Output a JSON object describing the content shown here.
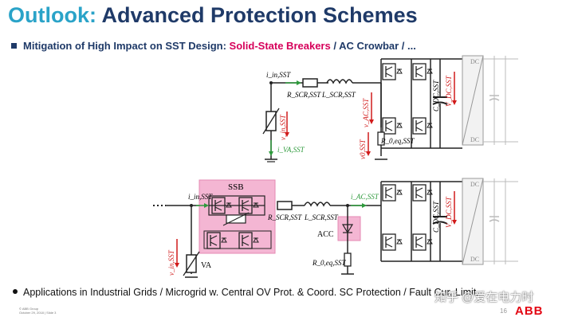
{
  "title": {
    "accent": "Outlook:",
    "main": "Advanced Protection Schemes"
  },
  "bullet1": {
    "lead": "Mitigation of High Impact on SST Design: ",
    "highlight": "Solid-State Breakers",
    "rest": " / AC Crowbar / ..."
  },
  "schematic_top": {
    "i_in": "i_in,SST",
    "r_scr": "R_SCR,SST",
    "l_scr": "L_SCR,SST",
    "c_dc": "C_DC,SST",
    "v_dc": "V_DC,SST",
    "v_ac": "v_AC,SST",
    "v_in": "v_in,SST",
    "i_va": "i_VA,SST",
    "v0": "v0,SST",
    "r0": "R_0,eq,SST",
    "dc_label": "DC"
  },
  "schematic_bottom": {
    "i_in": "i_in,SST",
    "ssb": "SSB",
    "r_scr": "R_SCR,SST",
    "l_scr": "L_SCR,SST",
    "i_ac": "i_AC,SST",
    "c_dc": "C_DC,SST",
    "v_dc": "V_DC,SST",
    "acc": "ACC",
    "v_in": "v_in,SST",
    "va": "VA",
    "r0": "R_0,eq,SST",
    "dc_label": "DC"
  },
  "bullet2": "Applications in Industrial Grids / Microgrid w. Central OV Prot. & Coord. SC Protection / Fault Cur. Limit.",
  "footer": {
    "line1": "© ABB Group",
    "line2": "October 29, 2018 | Slide 3"
  },
  "page_number": "16",
  "logo": "ABB",
  "watermark": "知乎 @爱在电力时",
  "colors": {
    "title": "#1f3a68",
    "accent": "#2aa3c8",
    "highlight": "#d6005a",
    "ssb_fill": "#f4b6d3",
    "measure_green": "#2e9a3c",
    "measure_red": "#d11a1a",
    "abb_red": "#e30613"
  }
}
